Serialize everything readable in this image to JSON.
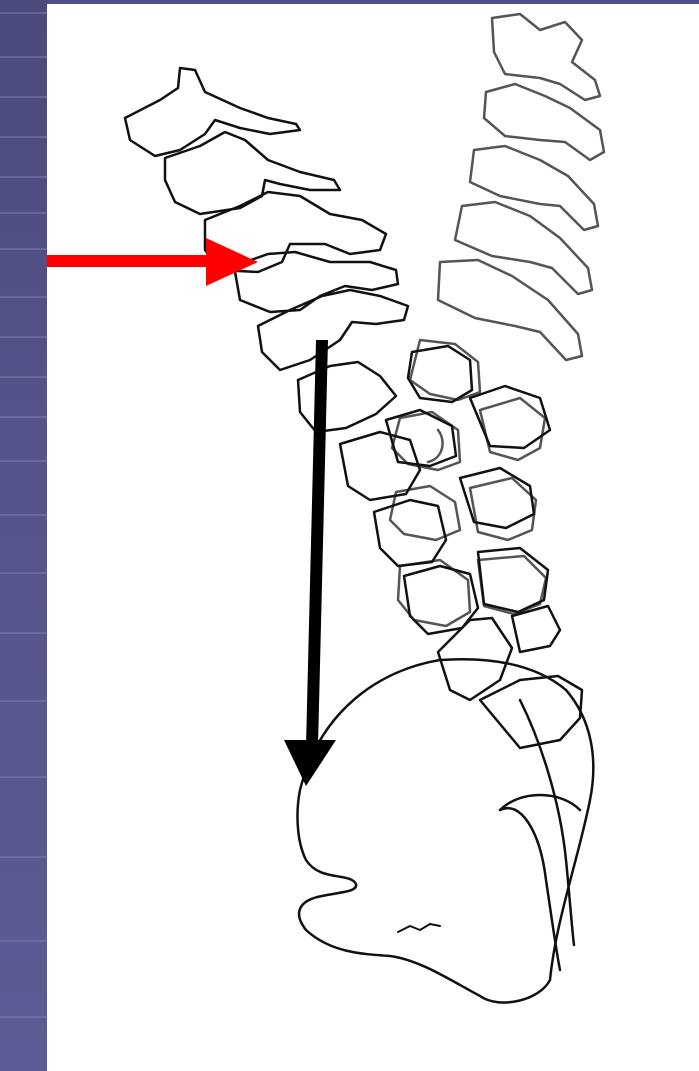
{
  "slide": {
    "theme_colors": {
      "sidebar": "#54548a",
      "sidebar_stripe": "#7a7aae",
      "background": "#ffffff"
    }
  },
  "figure": {
    "subject": "lateral-spine-drawing",
    "line_color": "#111111",
    "secondary_line_color": "#555555"
  },
  "annotations": {
    "red_arrow": {
      "color": "#ff0000",
      "direction": "right"
    },
    "black_arrow": {
      "color": "#000000",
      "direction": "down"
    }
  }
}
